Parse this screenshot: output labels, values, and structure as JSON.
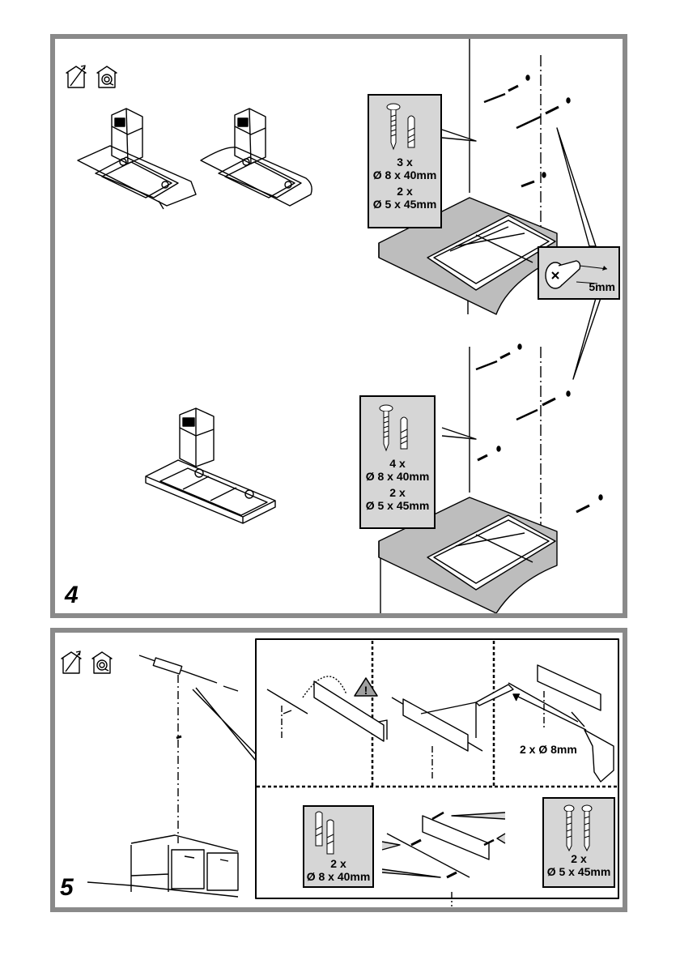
{
  "page": {
    "background": "#ffffff",
    "frame_color": "#8a8a8a",
    "callout_fill": "#d6d6d6"
  },
  "step4": {
    "number": "4",
    "icons": [
      "ducted-extraction-icon",
      "recirculation-icon"
    ],
    "callout_top": {
      "groups": [
        {
          "qty": "3 x",
          "spec": "Ø 8 x 40mm"
        },
        {
          "qty": "2 x",
          "spec": "Ø 5 x 45mm"
        }
      ]
    },
    "screw_detail": {
      "label": "5mm"
    },
    "callout_bottom": {
      "groups": [
        {
          "qty": "4 x",
          "spec": "Ø 8 x 40mm"
        },
        {
          "qty": "2 x",
          "spec": "Ø 5 x 45mm"
        }
      ]
    }
  },
  "step5": {
    "number": "5",
    "icons": [
      "ducted-extraction-icon",
      "recirculation-icon"
    ],
    "drill_label": "2 x Ø 8mm",
    "warning_glyph": "!",
    "callout_plugs": {
      "qty": "2 x",
      "spec": "Ø 8 x 40mm"
    },
    "callout_screws": {
      "qty": "2 x",
      "spec": "Ø 5 x 45mm"
    }
  }
}
